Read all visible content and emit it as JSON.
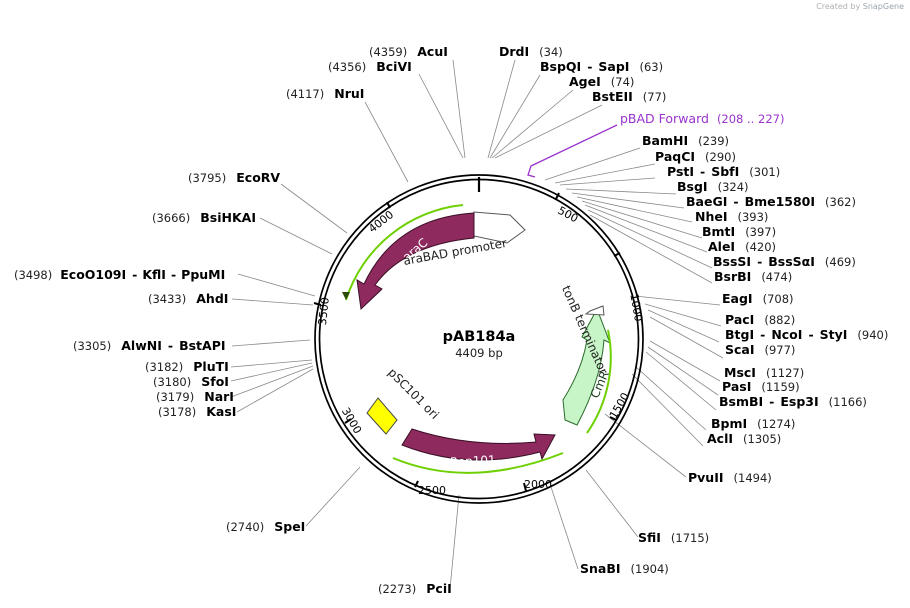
{
  "credit": {
    "prefix": "Created by",
    "brand": "SnapGene"
  },
  "plasmid": {
    "name": "pAB184a",
    "size_label": "4409 bp"
  },
  "ticks": [
    "500",
    "1000",
    "1500",
    "2000",
    "2500",
    "3000",
    "3500",
    "4000"
  ],
  "primer": {
    "name": "pBAD Forward",
    "range": "(208 .. 227)",
    "color": "#9933cc"
  },
  "features": {
    "araC": "araC",
    "araBAD": "araBAD promoter",
    "tonB": "tonB terminator",
    "CmR": "CmR",
    "Rep101": "Rep101",
    "pSC101": "pSC101 ori"
  },
  "sites": [
    {
      "id": "acui",
      "name": "AcuI",
      "pos": "(4359)"
    },
    {
      "id": "bcivi",
      "name": "BciVI",
      "pos": "(4356)"
    },
    {
      "id": "drdi",
      "name": "DrdI",
      "pos": "(34)"
    },
    {
      "id": "bspqi",
      "name": "BspQI",
      "name2": "SapI",
      "pos": "(63)"
    },
    {
      "id": "agei",
      "name": "AgeI",
      "pos": "(74)"
    },
    {
      "id": "bsteii",
      "name": "BstEII",
      "pos": "(77)"
    },
    {
      "id": "nrui",
      "name": "NruI",
      "pos": "(4117)"
    },
    {
      "id": "bamhi",
      "name": "BamHI",
      "pos": "(239)"
    },
    {
      "id": "paqci",
      "name": "PaqCI",
      "pos": "(290)"
    },
    {
      "id": "psti",
      "name": "PstI",
      "name2": "SbfI",
      "pos": "(301)"
    },
    {
      "id": "bsgi",
      "name": "BsgI",
      "pos": "(324)"
    },
    {
      "id": "baegi",
      "name": "BaeGI",
      "name2": "Bme1580I",
      "pos": "(362)"
    },
    {
      "id": "nhei",
      "name": "NheI",
      "pos": "(393)"
    },
    {
      "id": "bmti",
      "name": "BmtI",
      "pos": "(397)"
    },
    {
      "id": "alei",
      "name": "AleI",
      "pos": "(420)"
    },
    {
      "id": "bsssi",
      "name": "BssSI",
      "name2": "BssSαI",
      "pos": "(469)"
    },
    {
      "id": "bsrbi",
      "name": "BsrBI",
      "pos": "(474)"
    },
    {
      "id": "eagi",
      "name": "EagI",
      "pos": "(708)"
    },
    {
      "id": "paci",
      "name": "PacI",
      "pos": "(882)"
    },
    {
      "id": "btgi",
      "name": "BtgI",
      "name2": "NcoI",
      "name3": "StyI",
      "pos": "(940)"
    },
    {
      "id": "scai",
      "name": "ScaI",
      "pos": "(977)"
    },
    {
      "id": "msci",
      "name": "MscI",
      "pos": "(1127)"
    },
    {
      "id": "pasi",
      "name": "PasI",
      "pos": "(1159)"
    },
    {
      "id": "bsmbi",
      "name": "BsmBI",
      "name2": "Esp3I",
      "pos": "(1166)"
    },
    {
      "id": "bpmi",
      "name": "BpmI",
      "pos": "(1274)"
    },
    {
      "id": "acli",
      "name": "AclI",
      "pos": "(1305)"
    },
    {
      "id": "pvuii",
      "name": "PvuII",
      "pos": "(1494)"
    },
    {
      "id": "sfii",
      "name": "SfiI",
      "pos": "(1715)"
    },
    {
      "id": "snabi",
      "name": "SnaBI",
      "pos": "(1904)"
    },
    {
      "id": "pcii",
      "name": "PciI",
      "pos": "(2273)"
    },
    {
      "id": "spei",
      "name": "SpeI",
      "pos": "(2740)"
    },
    {
      "id": "ecorv",
      "name": "EcoRV",
      "pos": "(3795)"
    },
    {
      "id": "bsihkai",
      "name": "BsiHKAI",
      "pos": "(3666)"
    },
    {
      "id": "ecoo109i",
      "name": "EcoO109I",
      "name2": "KflI",
      "name3": "PpuMI",
      "pos": "(3498)"
    },
    {
      "id": "ahdi",
      "name": "AhdI",
      "pos": "(3433)"
    },
    {
      "id": "alwni",
      "name": "AlwNI",
      "name2": "BstAPI",
      "pos": "(3305)"
    },
    {
      "id": "pluti",
      "name": "PluTI",
      "pos": "(3182)"
    },
    {
      "id": "sfoi",
      "name": "SfoI",
      "pos": "(3180)"
    },
    {
      "id": "nari",
      "name": "NarI",
      "pos": "(3179)"
    },
    {
      "id": "kasi",
      "name": "KasI",
      "pos": "(3178)"
    }
  ]
}
